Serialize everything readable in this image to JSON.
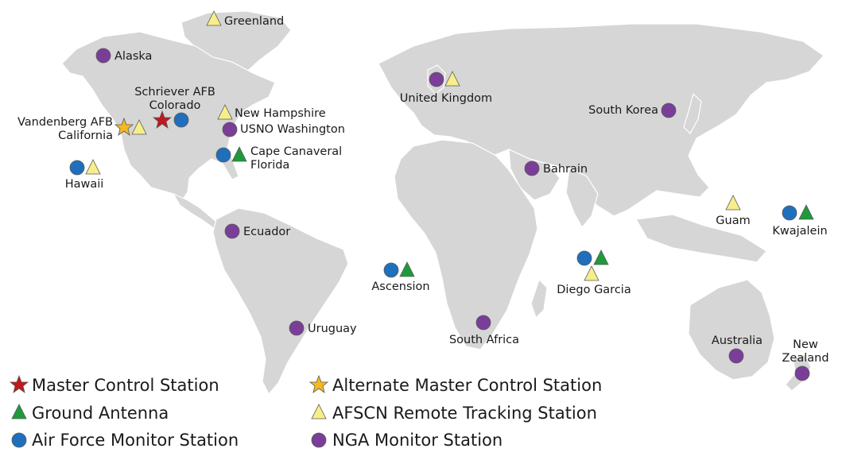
{
  "colors": {
    "master": "#c0181e",
    "alternate": "#f5b820",
    "ground": "#1f9a3a",
    "remote": "#f6ee8a",
    "airforce": "#1f6fbd",
    "nga": "#7a3e98",
    "land": "#d6d6d6"
  },
  "legend": [
    {
      "symbol": "red-star",
      "label": "Master Control Station"
    },
    {
      "symbol": "green-triangle",
      "label": "Ground Antenna"
    },
    {
      "symbol": "blue-circle",
      "label": "Air Force Monitor Station"
    },
    {
      "symbol": "orange-star",
      "label": "Alternate Master Control Station"
    },
    {
      "symbol": "yellow-triangle",
      "label": "AFSCN Remote Tracking Station"
    },
    {
      "symbol": "purple-circle",
      "label": "NGA Monitor Station"
    }
  ],
  "sites": [
    {
      "id": "greenland",
      "label_lines": [
        "Greenland"
      ],
      "symbols": [
        "yellow-triangle"
      ]
    },
    {
      "id": "alaska",
      "label_lines": [
        "Alaska"
      ],
      "symbols": [
        "purple-circle"
      ]
    },
    {
      "id": "schriever",
      "label_lines": [
        "Schriever AFB",
        "Colorado"
      ],
      "symbols": [
        "red-star",
        "blue-circle"
      ]
    },
    {
      "id": "vandenberg",
      "label_lines": [
        "Vandenberg AFB",
        "California"
      ],
      "symbols": [
        "orange-star",
        "yellow-triangle"
      ]
    },
    {
      "id": "new-hampshire",
      "label_lines": [
        "New Hampshire"
      ],
      "symbols": [
        "yellow-triangle"
      ]
    },
    {
      "id": "usno",
      "label_lines": [
        "USNO Washington"
      ],
      "symbols": [
        "purple-circle"
      ]
    },
    {
      "id": "cape-canaveral",
      "label_lines": [
        "Cape Canaveral",
        "Florida"
      ],
      "symbols": [
        "blue-circle",
        "green-triangle"
      ]
    },
    {
      "id": "hawaii",
      "label_lines": [
        "Hawaii"
      ],
      "symbols": [
        "blue-circle",
        "yellow-triangle"
      ]
    },
    {
      "id": "ecuador",
      "label_lines": [
        "Ecuador"
      ],
      "symbols": [
        "purple-circle"
      ]
    },
    {
      "id": "uruguay",
      "label_lines": [
        "Uruguay"
      ],
      "symbols": [
        "purple-circle"
      ]
    },
    {
      "id": "ascension",
      "label_lines": [
        "Ascension"
      ],
      "symbols": [
        "blue-circle",
        "green-triangle"
      ]
    },
    {
      "id": "united-kingdom",
      "label_lines": [
        "United Kingdom"
      ],
      "symbols": [
        "purple-circle",
        "yellow-triangle"
      ]
    },
    {
      "id": "bahrain",
      "label_lines": [
        "Bahrain"
      ],
      "symbols": [
        "purple-circle"
      ]
    },
    {
      "id": "south-africa",
      "label_lines": [
        "South Africa"
      ],
      "symbols": [
        "purple-circle"
      ]
    },
    {
      "id": "south-korea",
      "label_lines": [
        "South Korea"
      ],
      "symbols": [
        "purple-circle"
      ]
    },
    {
      "id": "guam",
      "label_lines": [
        "Guam"
      ],
      "symbols": [
        "yellow-triangle"
      ]
    },
    {
      "id": "kwajalein",
      "label_lines": [
        "Kwajalein"
      ],
      "symbols": [
        "blue-circle",
        "green-triangle"
      ]
    },
    {
      "id": "diego-garcia",
      "label_lines": [
        "Diego Garcia"
      ],
      "symbols": [
        "blue-circle",
        "green-triangle",
        "yellow-triangle"
      ]
    },
    {
      "id": "australia",
      "label_lines": [
        "Australia"
      ],
      "symbols": [
        "purple-circle"
      ]
    },
    {
      "id": "new-zealand",
      "label_lines": [
        "New",
        "Zealand"
      ],
      "symbols": [
        "purple-circle"
      ]
    }
  ]
}
